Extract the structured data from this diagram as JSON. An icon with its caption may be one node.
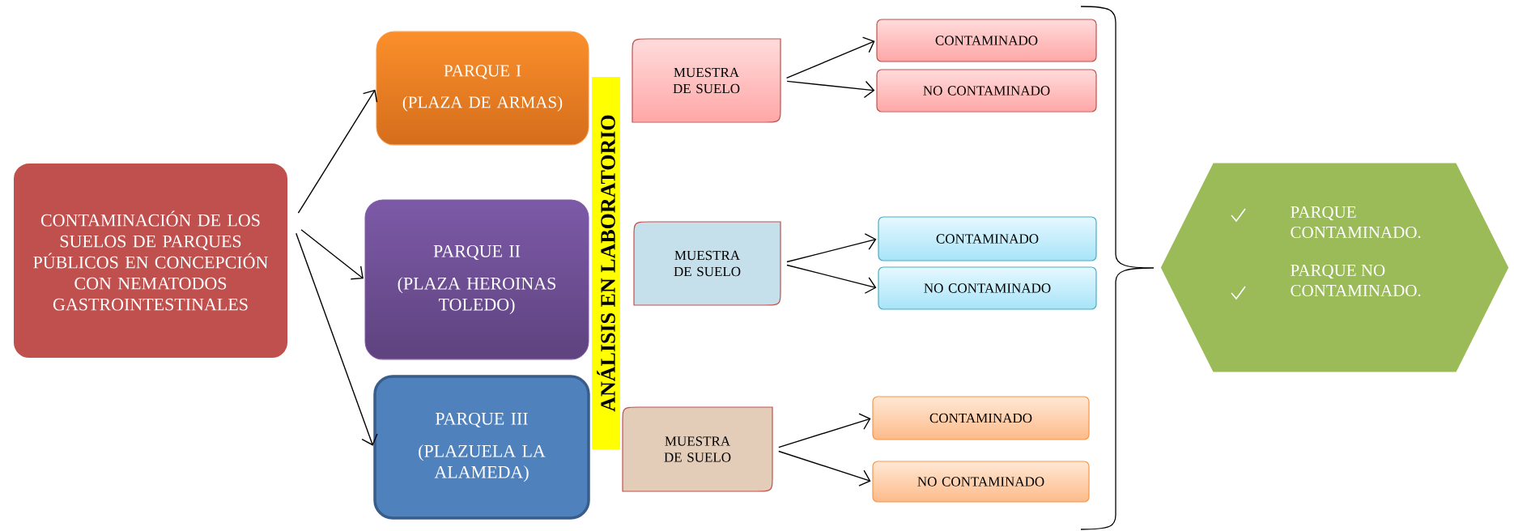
{
  "diagram": {
    "nodes": [
      {
        "text": [
          "CONTAMINACIÓN DE LOS SUELOS DE PARQUES PÚBLICOS EN CONCEPCIÓN CON NEMATODOS GASTROINTESTINALES"
        ]
      },
      {
        "text": [
          "PARQUE I",
          "(PLAZA DE ARMAS)"
        ]
      },
      {
        "text": [
          "PARQUE II",
          "(PLAZA HEROINAS TOLEDO)"
        ]
      },
      {
        "text": [
          "PARQUE III",
          "(PLAZUELA LA ALAMEDA)"
        ]
      },
      {
        "text": [
          "ANÁLISIS EN LABORATORIO"
        ]
      },
      {
        "text": [
          "MUESTRA DE SUELO"
        ]
      },
      {
        "text": [
          "CONTAMINADO"
        ]
      },
      {
        "text": [
          "NO CONTAMINADO"
        ]
      },
      {
        "text": [
          "MUESTRA DE SUELO"
        ]
      },
      {
        "text": [
          "CONTAMINADO"
        ]
      },
      {
        "text": [
          "NO CONTAMINADO"
        ]
      },
      {
        "text": [
          "MUESTRA DE SUELO"
        ]
      },
      {
        "text": [
          "CONTAMINADO"
        ]
      },
      {
        "text": [
          "NO CONTAMINADO"
        ]
      },
      {
        "text": [
          "PARQUE CONTAMINADO.",
          "PARQUE NO CONTAMINADO."
        ]
      }
    ],
    "edges": [
      {
        "from": 0,
        "to": 1,
        "arrow": "to"
      },
      {
        "from": 0,
        "to": 2,
        "arrow": "to"
      },
      {
        "from": 0,
        "to": 3,
        "arrow": "to"
      },
      {
        "from": 5,
        "to": 6,
        "arrow": "to"
      },
      {
        "from": 5,
        "to": 7,
        "arrow": "to"
      },
      {
        "from": 8,
        "to": 9,
        "arrow": "to"
      },
      {
        "from": 8,
        "to": 10,
        "arrow": "to"
      },
      {
        "from": 11,
        "to": 12,
        "arrow": "to"
      },
      {
        "from": 11,
        "to": 13,
        "arrow": "to"
      }
    ]
  }
}
